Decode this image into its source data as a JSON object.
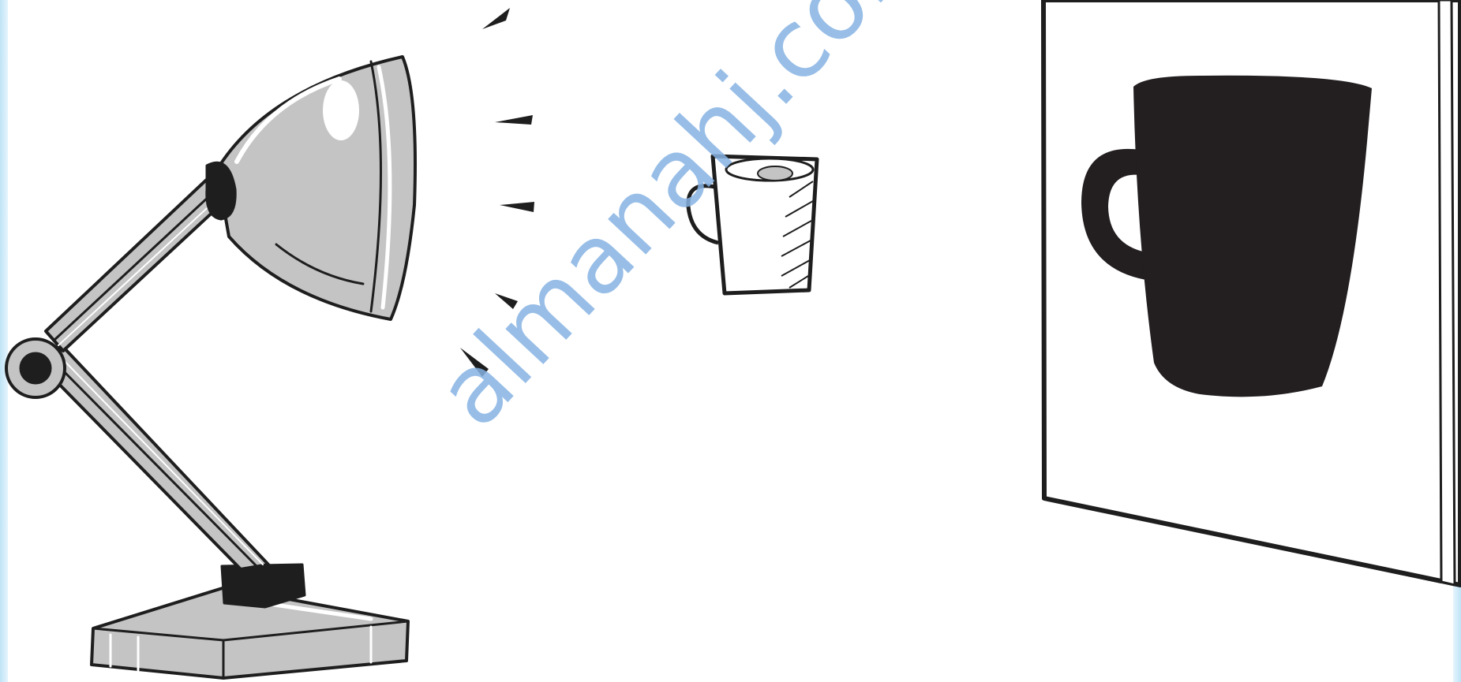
{
  "watermark": {
    "text": "almanahj.com/"
  },
  "colors": {
    "outline": "#1e1e1e",
    "lamp_gray": "#c4c4c4",
    "shadow_black": "#231f20",
    "watermark_blue": "#87b3e3",
    "edge_blue": "#bfe3f6"
  },
  "elements": {
    "lamp": "desk-lamp",
    "light_rays": "light-ray-marks",
    "mug": "coffee-mug",
    "screen": "projection-screen",
    "shadow": "mug-shadow"
  }
}
